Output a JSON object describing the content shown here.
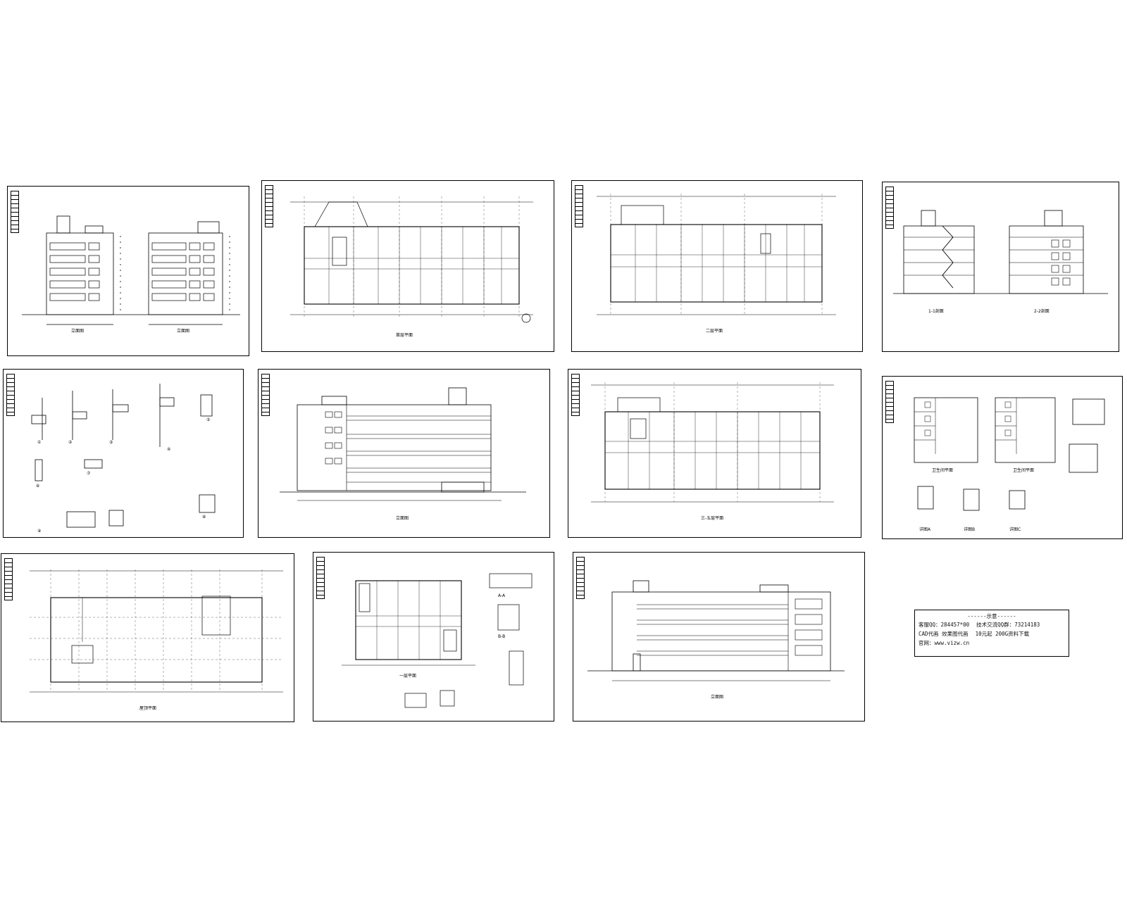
{
  "sheets": {
    "s1": {
      "captions": [
        "立面图",
        "立面图"
      ]
    },
    "s2": {
      "captions": [
        "首层平面"
      ]
    },
    "s3": {
      "captions": [
        "二层平面"
      ]
    },
    "s4": {
      "captions": [
        "1-1剖面",
        "2-2剖面"
      ]
    },
    "s5": {
      "captions": [
        "①",
        "②",
        "③",
        "④",
        "⑤",
        "⑥",
        "⑦",
        "⑧",
        "⑨"
      ]
    },
    "s6": {
      "captions": [
        "立面图"
      ]
    },
    "s7": {
      "captions": [
        "三-五层平面"
      ]
    },
    "s8": {
      "captions": [
        "卫生间平面",
        "卫生间平面",
        "详图A",
        "详图B",
        "详图C"
      ]
    },
    "s9": {
      "captions": [
        "屋顶平面"
      ]
    },
    "s10": {
      "captions": [
        "一层平面",
        "A-A",
        "B-B"
      ]
    },
    "s11": {
      "captions": [
        "立面图"
      ]
    }
  },
  "legend": {
    "title": "------示意------",
    "line1a": "客服QQ：284457*00",
    "line1b": "技术交流QQ群：73214183",
    "line2a": "CAD代画  效果图代画",
    "line2b": "10元起  200G资料下载",
    "line3": "官网：www.vizw.cn"
  }
}
